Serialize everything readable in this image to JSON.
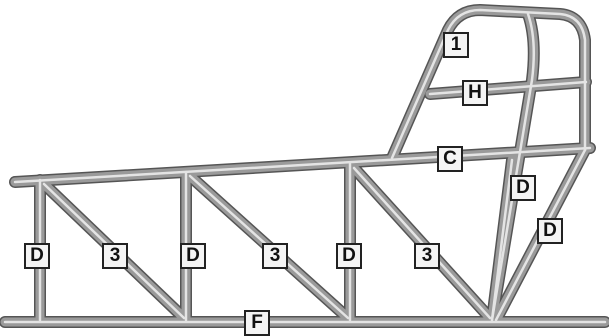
{
  "labels": {
    "tube_1": "1",
    "tube_h": "H",
    "tube_c": "C",
    "tube_d_rear_inner": "D",
    "tube_d_rear_outer": "D",
    "tube_d_1": "D",
    "tube_d_2": "D",
    "tube_d_3": "D",
    "tube_3_1": "3",
    "tube_3_2": "3",
    "tube_3_3": "3",
    "tube_f": "F"
  },
  "colors": {
    "background": "#ffffff",
    "tube": "#9a9a9a",
    "label_border": "#222222"
  }
}
